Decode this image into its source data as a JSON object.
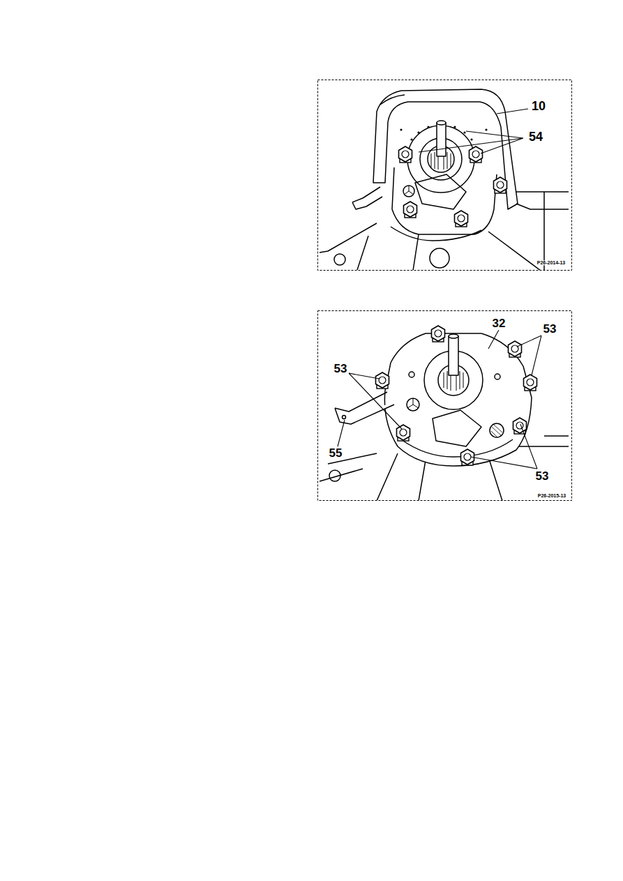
{
  "diagram": {
    "labels": [
      "10",
      "54",
      "P26-2014-13",
      "32",
      "53",
      "53",
      "55",
      "53",
      "P26-2015-13"
    ]
  }
}
